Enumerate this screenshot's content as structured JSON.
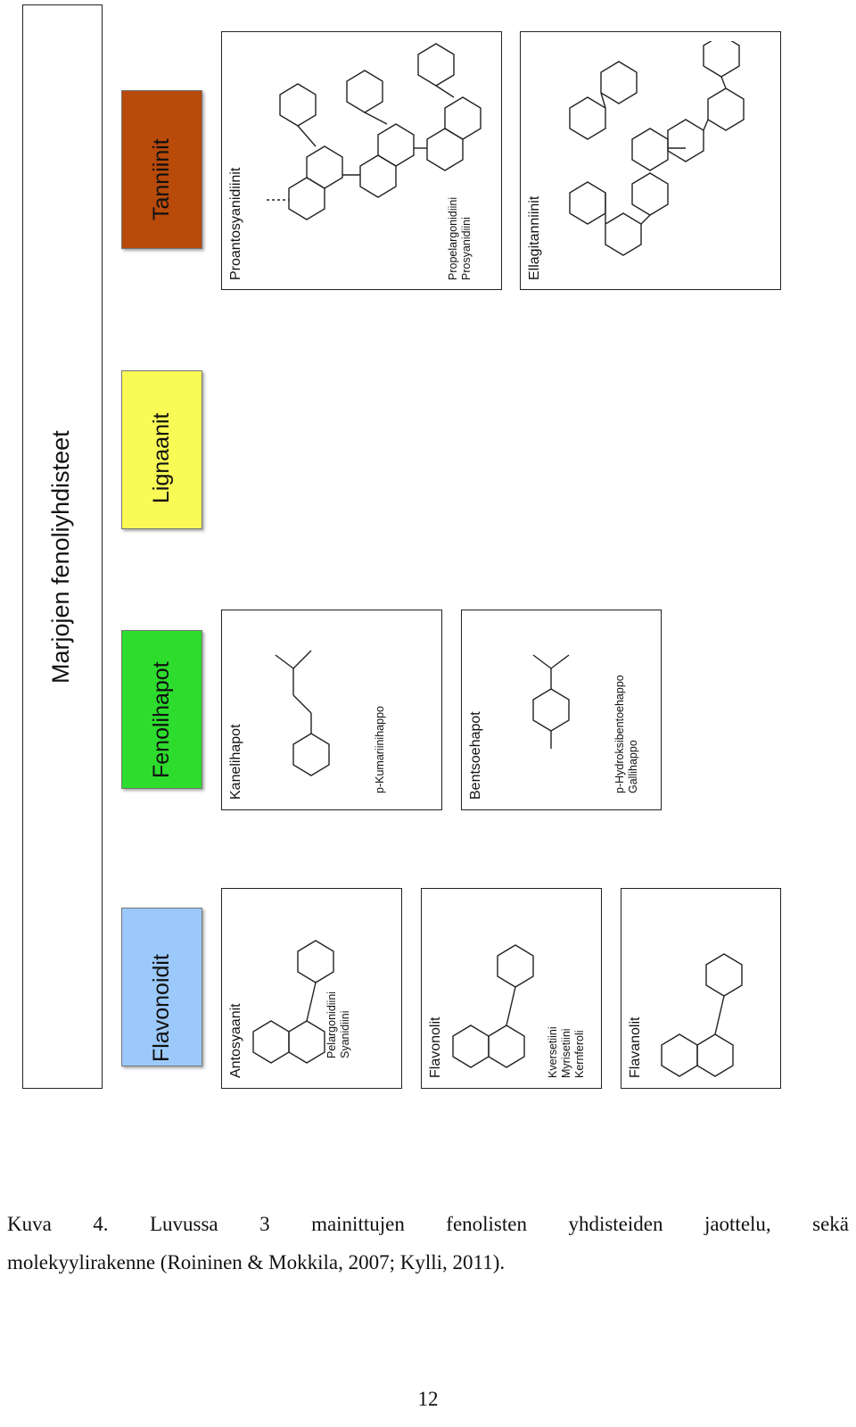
{
  "figure": {
    "main_title": "Marjojen fenoliyhdisteet",
    "categories": [
      {
        "label": "Flavonoidit",
        "color": "#9cc9fb"
      },
      {
        "label": "Fenolihapot",
        "color": "#2ddc2d"
      },
      {
        "label": "Lignaanit",
        "color": "#fafa56"
      },
      {
        "label": "Tanniinit",
        "color": "#b84a0a"
      }
    ],
    "flavonoid_boxes": [
      {
        "title": "Antosyaanit",
        "examples": [
          "Pelargonidiini",
          "Syanidiini"
        ]
      },
      {
        "title": "Flavonolit",
        "examples": [
          "Kversetiini",
          "Myrisetiini",
          "Kernferoli"
        ]
      },
      {
        "title": "Flavanolit",
        "examples": []
      }
    ],
    "phenolic_acid_boxes": [
      {
        "title": "Kanelihapot",
        "examples": [
          "p-Kumariinihappo"
        ]
      },
      {
        "title": "Bentsoehapot",
        "examples": [
          "p-Hydroksibentoehappo",
          "Gallihappo"
        ]
      }
    ],
    "tannin_boxes": [
      {
        "title": "Proantosyanidiinit",
        "examples": [
          "Propelargonidiini",
          "Prosyanidiini"
        ]
      },
      {
        "title": "Ellagitanniinit",
        "examples": []
      }
    ]
  },
  "caption": {
    "line1_words": [
      "Kuva",
      "4.",
      "Luvussa",
      "3",
      "mainittujen",
      "fenolisten",
      "yhdisteiden",
      "jaottelu,",
      "sekä"
    ],
    "line2": "molekyylirakenne (Roininen & Mokkila, 2007; Kylli, 2011)."
  },
  "page_number": "12"
}
